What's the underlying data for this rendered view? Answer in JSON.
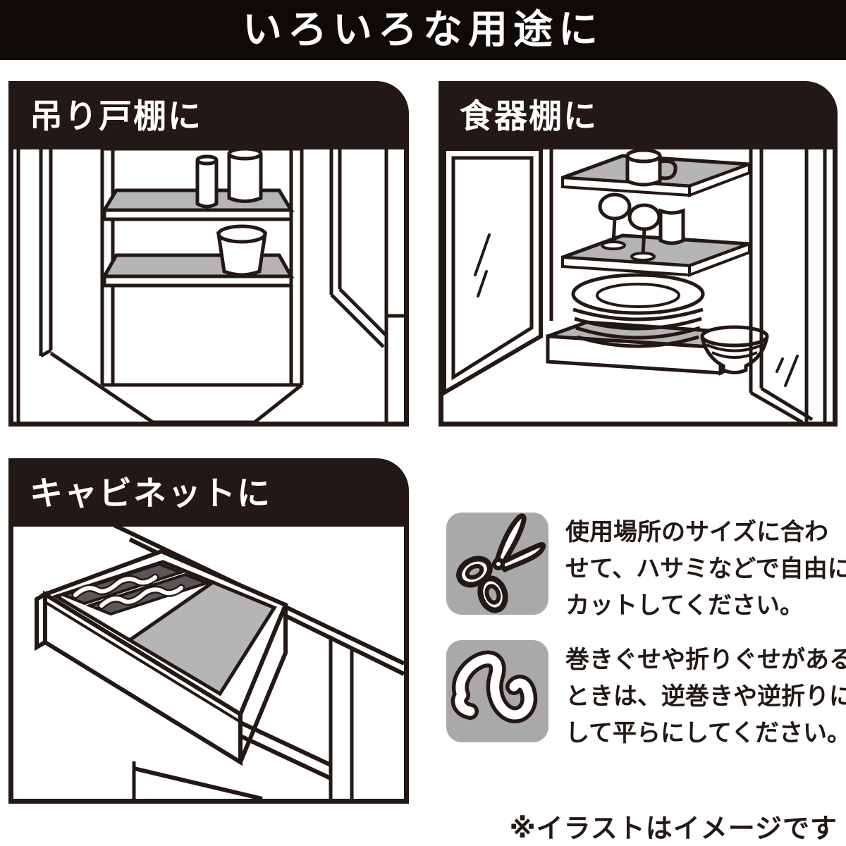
{
  "title": "いろいろな用途に",
  "panels": [
    {
      "label": "吊り戸棚に"
    },
    {
      "label": "食器棚に"
    },
    {
      "label": "キャビネットに"
    }
  ],
  "notes": [
    {
      "icon": "scissors-icon",
      "lines": [
        "使用場所のサイズに合わ",
        "せて、ハサミなどで自由に",
        "カットしてください。"
      ]
    },
    {
      "icon": "curled-sheet-icon",
      "lines": [
        "巻きぐせや折りぐせがある",
        "ときは、逆巻きや逆折りに",
        "して平らにしてください。"
      ]
    }
  ],
  "footer_note": "※イラストはイメージです",
  "colors": {
    "ink": "#231815",
    "liner_gray": "#b5b5b5",
    "tile_gray": "#a9a9a9",
    "utensil_tray_gray": "#595757"
  }
}
